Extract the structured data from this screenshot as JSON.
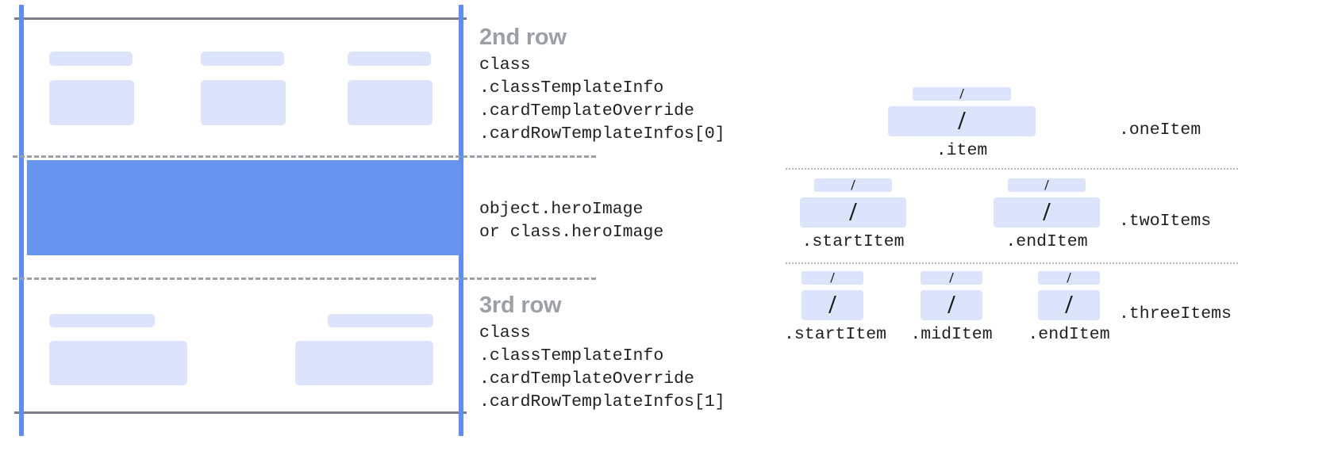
{
  "card_mockup": {
    "name": "card-row-template-mockup",
    "guide_color": "#5e8df4",
    "placeholder_color": "#dbe4fb",
    "hero_color": "#6694ee",
    "border_color": "#7b7f85",
    "dashed_color": "#9aa0a6"
  },
  "annotations": {
    "second_row": {
      "title": "2nd row",
      "code_lines": [
        "class",
        ".classTemplateInfo",
        ".cardTemplateOverride",
        ".cardRowTemplateInfos[0]"
      ]
    },
    "hero": {
      "code_lines": [
        "object.heroImage",
        "or class.heroImage"
      ]
    },
    "third_row": {
      "title": "3rd row",
      "code_lines": [
        "class",
        ".classTemplateInfo",
        ".cardTemplateOverride",
        ".cardRowTemplateInfos[1]"
      ]
    }
  },
  "diagram": {
    "slash_glyph": "/",
    "variants": [
      {
        "label": ".oneItem",
        "items": [
          {
            "caption": ".item",
            "small_width": 124,
            "big_width": 186
          }
        ]
      },
      {
        "label": ".twoItems",
        "items": [
          {
            "caption": ".startItem",
            "small_width": 98,
            "big_width": 134
          },
          {
            "caption": ".endItem",
            "small_width": 98,
            "big_width": 134
          }
        ]
      },
      {
        "label": ".threeItems",
        "items": [
          {
            "caption": ".startItem",
            "small_width": 78,
            "big_width": 78
          },
          {
            "caption": ".midItem",
            "small_width": 78,
            "big_width": 78
          },
          {
            "caption": ".endItem",
            "small_width": 78,
            "big_width": 78
          }
        ]
      }
    ]
  }
}
